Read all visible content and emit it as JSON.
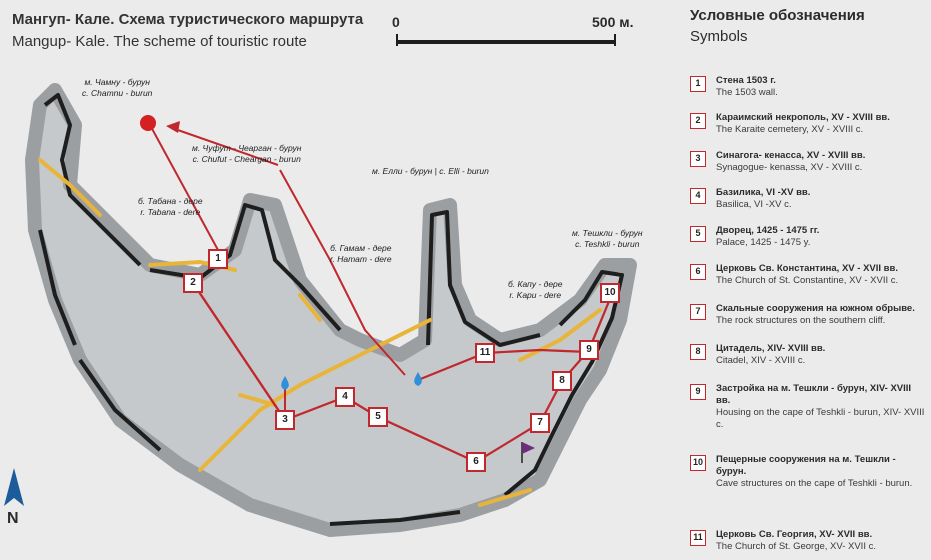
{
  "map_title_ru": "Мангуп- Кале. Схема туристического маршрута",
  "map_title_en": "Mangup- Kale. The scheme of touristic route",
  "scale": {
    "zero_label": "0",
    "end_label": "500 м."
  },
  "legend": {
    "title_ru": "Условные обозначения",
    "title_en": "Symbols",
    "items": [
      {
        "num": "1",
        "ru": "Стена 1503 г.",
        "en": "The 1503 wall."
      },
      {
        "num": "2",
        "ru": "Караимский некрополь, XV - XVIII вв.",
        "en": "The Karaite cemetery, XV - XVIII c."
      },
      {
        "num": "3",
        "ru": "Синагога- кенасса, XV - XVIII вв.",
        "en": "Synagogue- kenassa, XV - XVIII c."
      },
      {
        "num": "4",
        "ru": "Базилика, VI -XV вв.",
        "en": "Basilica, VI -XV c."
      },
      {
        "num": "5",
        "ru": "Дворец, 1425 - 1475 гг.",
        "en": "Palace, 1425 - 1475 y."
      },
      {
        "num": "6",
        "ru": "Церковь Св. Константина, XV - XVII вв.",
        "en": "The Church of St. Constantine, XV - XVII c."
      },
      {
        "num": "7",
        "ru": "Скальные сооружения на южном обрыве.",
        "en": "The rock structures on the southern cliff."
      },
      {
        "num": "8",
        "ru": "Цитадель, XIV- XVIII вв.",
        "en": "Citadel, XIV - XVIII c."
      },
      {
        "num": "9",
        "ru": "Застройка на м. Тешкли - бурун, XIV- XVIII вв.",
        "en": "Housing on the cape of Teshkli - burun, XIV- XVIII c."
      },
      {
        "num": "10",
        "ru": "Пещерные сооружения на м. Тешкли - бурун.",
        "en": "Cave structures on the cape of Teshkli - burun."
      },
      {
        "num": "11",
        "ru": "Церковь Св. Георгия, XV- XVII вв.",
        "en": "The Church of St. George, XV- XVII c."
      }
    ]
  },
  "places": {
    "chamnu": {
      "ru": "м. Чамну - бурун",
      "en": "c. Chamnu - burun"
    },
    "chufut": {
      "ru": "м. Чуфут - Чеарган - бурун",
      "en": "c. Chufut - Cheargan - burun"
    },
    "tabana": {
      "ru": "б. Табана - дере",
      "en": "r. Tabana - dere"
    },
    "gamam": {
      "ru": "б. Гамам - дере",
      "en": "r. Hamam - dere"
    },
    "elli": {
      "text": "м. Елли - бурун | с. Elli - burun"
    },
    "kapu": {
      "ru": "б. Капу - дере",
      "en": "r. Kapu - dere"
    },
    "teshkli": {
      "ru": "м. Тешкли - бурун",
      "en": "c. Teshkli - burun"
    }
  },
  "route_stops": [
    "1",
    "2",
    "3",
    "4",
    "5",
    "6",
    "7",
    "8",
    "9",
    "10",
    "11"
  ],
  "north_label": "N",
  "colors": {
    "route": "#c0282d",
    "wall": "#1e1e1e",
    "path": "#e8b53a",
    "plateau": "#c6c9cb",
    "halo": "#9b9fa2",
    "spring": "#2f8fd8",
    "flag": "#6b2d7a",
    "north": "#1d5c9a"
  }
}
